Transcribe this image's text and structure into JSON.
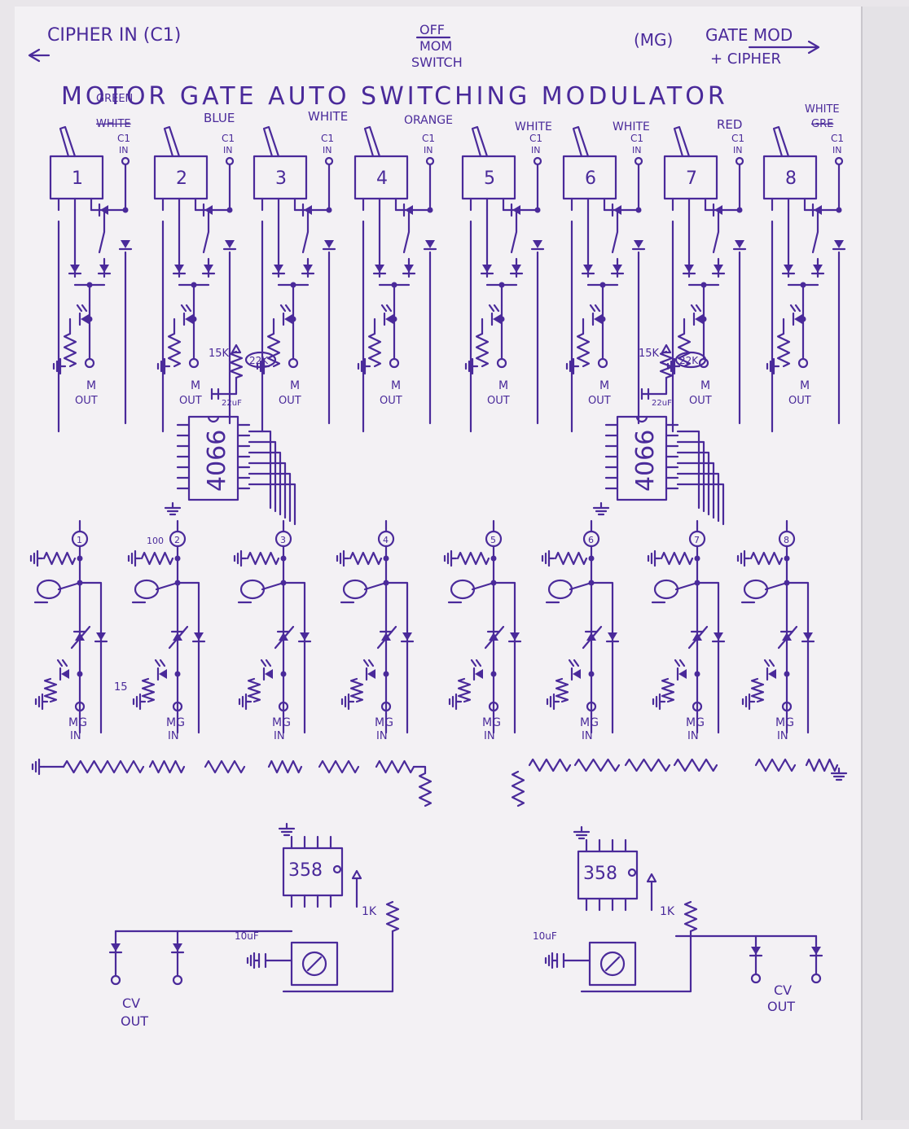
{
  "header": {
    "cipher_in": "CIPHER IN (C1)",
    "switch_off": "OFF",
    "switch_mom": "MOM",
    "switch_label": "SWITCH",
    "mg": "(MG)",
    "gate_mod": "GATE MOD",
    "plus_cipher": "+ CIPHER",
    "title": "MOTOR GATE AUTO SWITCHING MODULATOR"
  },
  "wire_colors": [
    "GREEN",
    "WHITE",
    "BLUE",
    "WHITE",
    "ORANGE",
    "WHITE",
    "WHITE",
    "RED",
    "WHITE",
    "GRE"
  ],
  "channels": [
    {
      "num": "1",
      "ci": "C1",
      "ci2": "IN",
      "mg": "MG",
      "mg2": "IN"
    },
    {
      "num": "2",
      "ci": "C1",
      "ci2": "IN",
      "mg": "MG",
      "mg2": "IN"
    },
    {
      "num": "3",
      "ci": "C1",
      "ci2": "IN",
      "mg": "MG",
      "mg2": "IN"
    },
    {
      "num": "4",
      "ci": "C1",
      "ci2": "IN",
      "mg": "MG",
      "mg2": "IN"
    },
    {
      "num": "5",
      "ci": "C1",
      "ci2": "IN",
      "mg": "MG",
      "mg2": "IN"
    },
    {
      "num": "6",
      "ci": "C1",
      "ci2": "IN",
      "mg": "MG",
      "mg2": "IN"
    },
    {
      "num": "7",
      "ci": "C1",
      "ci2": "IN",
      "mg": "MG",
      "mg2": "IN"
    },
    {
      "num": "8",
      "ci": "C1",
      "ci2": "IN",
      "mg": "MG",
      "mg2": "IN"
    }
  ],
  "m_out": {
    "m": "M",
    "out": "OUT"
  },
  "ic_4066": "4066",
  "ic_358": "358",
  "pot_15k": "15K",
  "pot_22k": "22K",
  "cap_22uf": "22uF",
  "r_100": "100",
  "r_15": "15",
  "r_1k": "1K",
  "cap_10uf": "10uF",
  "cv_out": {
    "cv": "CV",
    "out": "OUT"
  },
  "nodes": [
    "1",
    "2",
    "3",
    "4",
    "5",
    "6",
    "7",
    "8"
  ]
}
